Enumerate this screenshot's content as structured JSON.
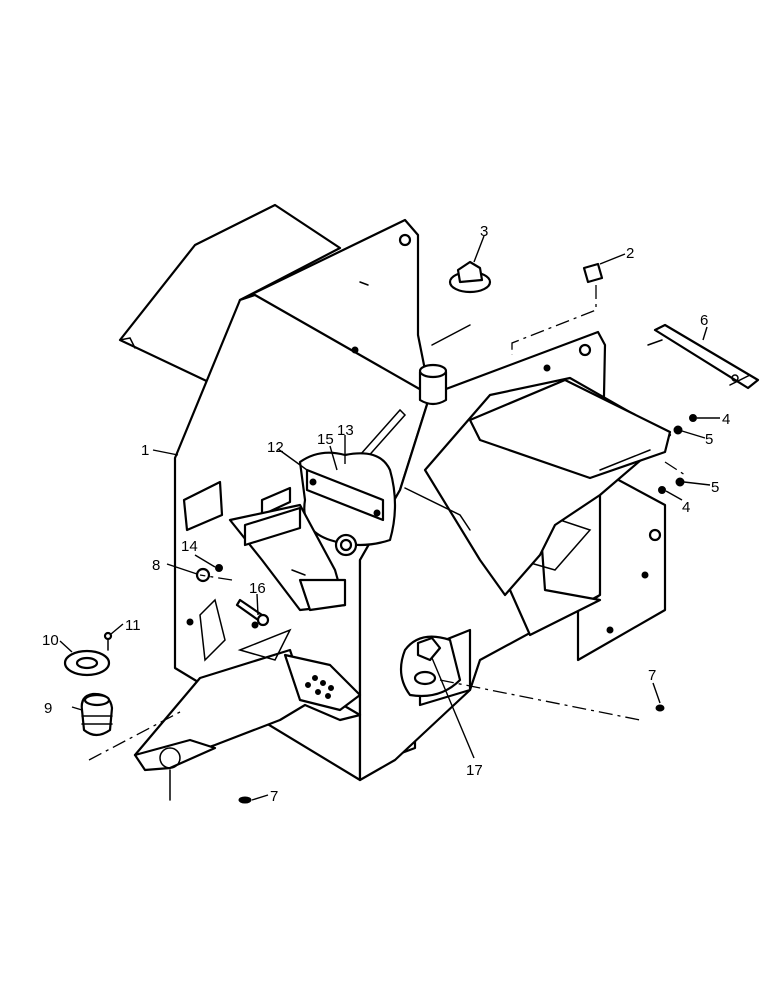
{
  "callouts": {
    "c1": "1",
    "c2": "2",
    "c3": "3",
    "c4a": "4",
    "c4b": "4",
    "c5a": "5",
    "c5b": "5",
    "c6": "6",
    "c7a": "7",
    "c7b": "7",
    "c8": "8",
    "c9": "9",
    "c10": "10",
    "c11": "11",
    "c12": "12",
    "c13": "13",
    "c14": "14",
    "c15": "15",
    "c16": "16",
    "c17": "17"
  }
}
